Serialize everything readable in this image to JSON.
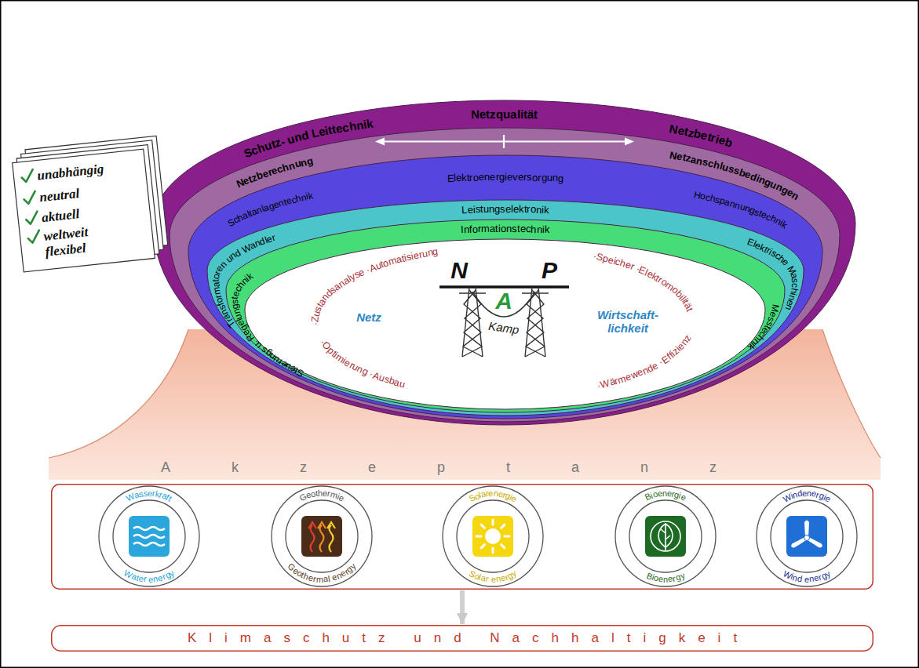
{
  "diagram": {
    "nodes": [
      {
        "text": [
          "Schutz- und Leittechnik",
          "Netzqualität",
          "Netzbetrieb"
        ]
      },
      {
        "text": [
          "Netzberechnung",
          "Netzanschlussbedingungen"
        ],
        "in": 0
      },
      {
        "text": [
          "Schaltanlagentechnik",
          "Elektroenergieversorgung",
          "Hochspannungstechnik"
        ],
        "in": 1
      },
      {
        "text": [
          "Transformatoren und Wandler",
          "Leistungselektronik",
          "Elektrische Maschinen"
        ],
        "in": 2
      },
      {
        "text": [
          "Steuerungs u. Regelungstechnik",
          "Informationstechnik",
          "Messtechnik"
        ],
        "in": 3
      },
      {
        "text": [
          "·Zustandsanalyse ·Automatisierung",
          "·Speicher ·Elektromobilität",
          "Netz",
          "Wirtschaft- lichkeit",
          "·Optimierung ·Ausbau",
          "·Wärmewende ·Effizienz"
        ],
        "in": 4
      },
      {
        "text": [
          "unabhängig",
          "neutral",
          "aktuell",
          "weltweit flexibel"
        ]
      },
      {
        "text": [
          "Akzeptanz"
        ]
      },
      {
        "text": [
          "Wasserkraft",
          "Water energy"
        ],
        "in": 7
      },
      {
        "text": [
          "Geothermie",
          "Geothermal energy"
        ],
        "in": 7
      },
      {
        "text": [
          "Solarenergie",
          "Solar energy"
        ],
        "in": 7
      },
      {
        "text": [
          "Bioenergie",
          "Bioenergy"
        ],
        "in": 7
      },
      {
        "text": [
          "Windenergie",
          "Wind energy"
        ],
        "in": 7
      },
      {
        "text": [
          "Klimaschutz und Nachhaltigkeit"
        ]
      }
    ],
    "edges": [
      {
        "from": 7,
        "to": 13,
        "arrow": "to"
      }
    ],
    "labels": [
      "N",
      "A",
      "P",
      "Kamp"
    ]
  }
}
